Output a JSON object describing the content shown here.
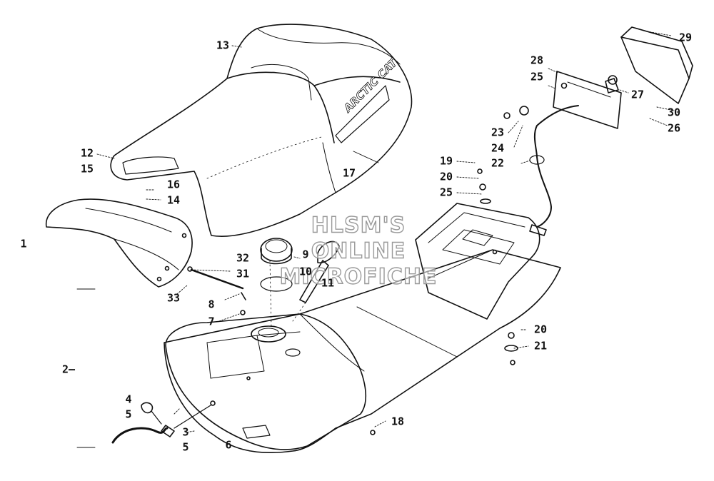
{
  "watermark": {
    "line1": "HLSM'S",
    "line2": "ONLINE",
    "line3": "MICROFICHE"
  },
  "seat_logo_text": "ARCTIC CAT",
  "callouts": {
    "c1": "1",
    "c2": "2—",
    "c3": "3",
    "c4": "4",
    "c5a": "5",
    "c5b": "5",
    "c6": "6",
    "c7": "7",
    "c8": "8",
    "c9": "9",
    "c10": "10",
    "c11": "11",
    "c12": "12",
    "c13": "13",
    "c14": "14",
    "c15": "15",
    "c16": "16",
    "c17": "17",
    "c18": "18",
    "c19": "19",
    "c20a": "20",
    "c20b": "20",
    "c21": "21",
    "c22": "22",
    "c23": "23",
    "c24": "24",
    "c25a": "25",
    "c25b": "25",
    "c26": "26",
    "c27": "27",
    "c28": "28",
    "c29": "29",
    "c30": "30",
    "c31": "31",
    "c32": "32",
    "c33": "33"
  }
}
